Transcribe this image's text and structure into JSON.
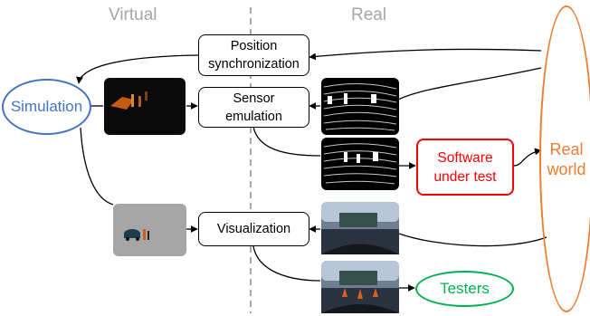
{
  "headers": {
    "virtual": "Virtual",
    "real": "Real"
  },
  "nodes": {
    "position_sync": {
      "line1": "Position",
      "line2": "synchronization"
    },
    "sensor_emulation": {
      "line1": "Sensor",
      "line2": "emulation"
    },
    "visualization": {
      "label": "Visualization"
    },
    "software_under_test": {
      "line1": "Software",
      "line2": "under test"
    },
    "simulation": {
      "label": "Simulation"
    },
    "real_world": {
      "line1": "Real",
      "line2": "world"
    },
    "testers": {
      "label": "Testers"
    }
  },
  "colors": {
    "simulation": "#4472c4",
    "real_world": "#ed7d31",
    "software_under_test": "#ff0000",
    "testers": "#00b050",
    "header": "#a6a6a6",
    "divider": "#a6a6a6"
  },
  "thumbnails": [
    {
      "name": "simulated-sensor-view",
      "depicts": "dark simulated camera view with orange markers"
    },
    {
      "name": "simulated-scene-view",
      "depicts": "grey rendered scene with car and figures"
    },
    {
      "name": "lidar-scan-top",
      "depicts": "real lidar point cloud"
    },
    {
      "name": "lidar-scan-emulated",
      "depicts": "emulated lidar point cloud"
    },
    {
      "name": "real-camera-view",
      "depicts": "real parking lot camera view"
    },
    {
      "name": "mixed-reality-view",
      "depicts": "camera view with virtual cones"
    }
  ]
}
